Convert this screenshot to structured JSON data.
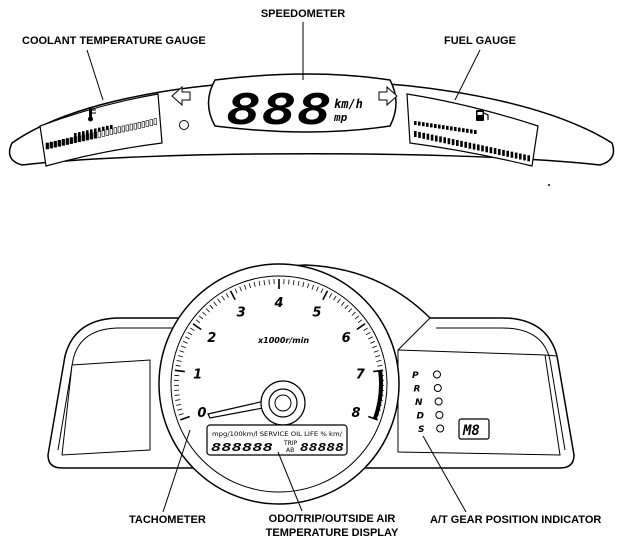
{
  "callouts": {
    "speedometer": "SPEEDOMETER",
    "coolant": "COOLANT TEMPERATURE GAUGE",
    "fuel": "FUEL GAUGE",
    "tachometer": "TACHOMETER",
    "odo_line1": "ODO/TRIP/OUTSIDE AIR",
    "odo_line2": "TEMPERATURE DISPLAY",
    "at_gear": "A/T GEAR POSITION INDICATOR"
  },
  "speedometer": {
    "digits": "888",
    "unit_top": "km/h",
    "unit_bottom": "mp"
  },
  "tachometer": {
    "numbers": [
      "0",
      "1",
      "2",
      "3",
      "4",
      "5",
      "6",
      "7",
      "8"
    ],
    "unit": "x1000r/min"
  },
  "info_display": {
    "labels": "mpg/100km/l SERVICE OIL LIFE % km/",
    "odo_digits": "888888",
    "trip_label": "TRIP",
    "trip_sub": "AB",
    "trip_digits": "88888"
  },
  "gear_indicator": {
    "positions": [
      "P",
      "R",
      "N",
      "D",
      "S"
    ],
    "manual": "M8"
  },
  "icons": {
    "left_arrow": "left-turn-arrow-icon",
    "right_arrow": "right-turn-arrow-icon",
    "coolant": "coolant-thermometer-icon",
    "fuel": "fuel-pump-icon"
  }
}
